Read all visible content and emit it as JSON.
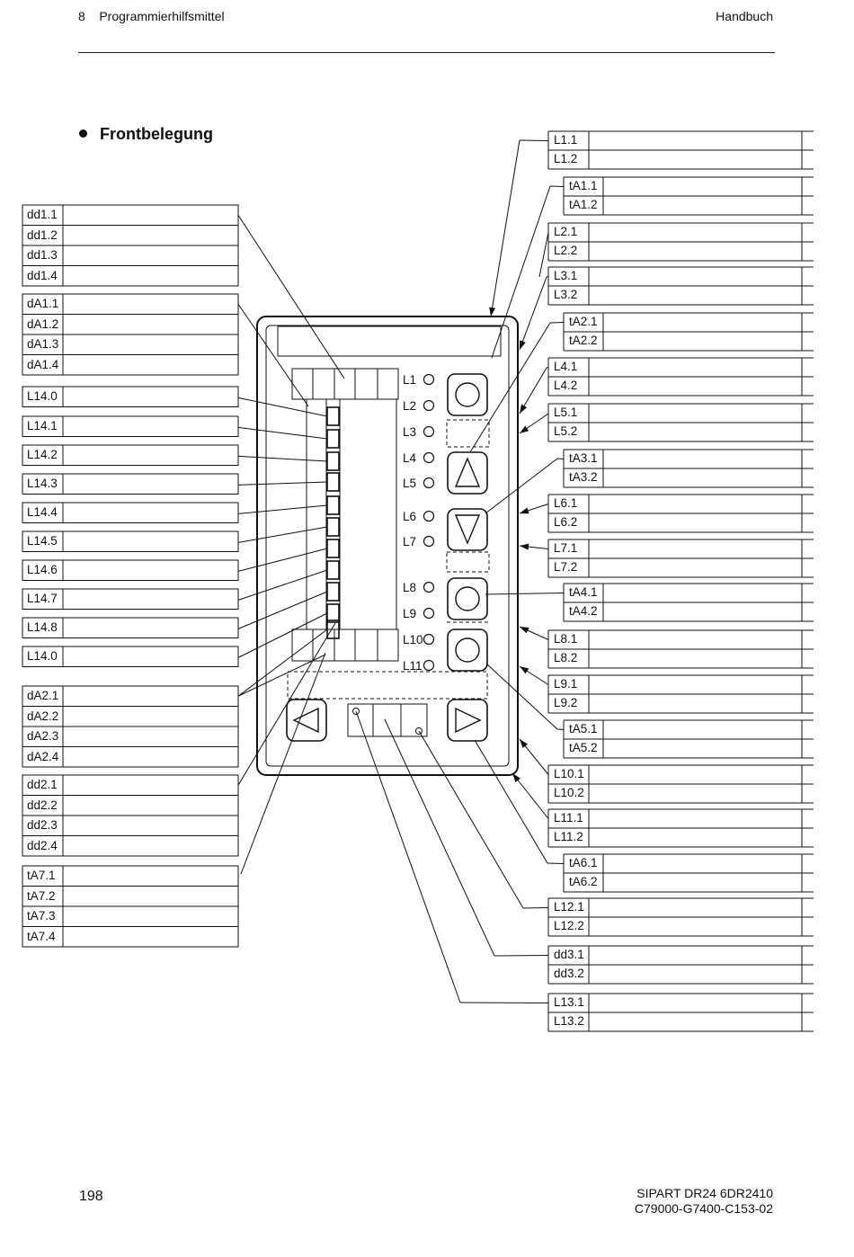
{
  "header": {
    "left": "8    Programmierhilfsmittel",
    "right": "Handbuch"
  },
  "title": "Frontbelegung",
  "left_groups": [
    {
      "labels": [
        "dd1.1",
        "dd1.2",
        "dd1.3",
        "dd1.4"
      ]
    },
    {
      "labels": [
        "dA1.1",
        "dA1.2",
        "dA1.3",
        "dA1.4"
      ]
    },
    {
      "labels": [
        "L14.0"
      ]
    },
    {
      "labels": [
        "L14.1"
      ]
    },
    {
      "labels": [
        "L14.2"
      ]
    },
    {
      "labels": [
        "L14.3"
      ]
    },
    {
      "labels": [
        "L14.4"
      ]
    },
    {
      "labels": [
        "L14.5"
      ]
    },
    {
      "labels": [
        "L14.6"
      ]
    },
    {
      "labels": [
        "L14.7"
      ]
    },
    {
      "labels": [
        "L14.8"
      ]
    },
    {
      "labels": [
        "L14.0"
      ]
    },
    {
      "labels": [
        "dA2.1",
        "dA2.2",
        "dA2.3",
        "dA2.4"
      ]
    },
    {
      "labels": [
        "dd2.1",
        "dd2.2",
        "dd2.3",
        "dd2.4"
      ]
    },
    {
      "labels": [
        "tA7.1",
        "tA7.2",
        "tA7.3",
        "tA7.4"
      ]
    }
  ],
  "right_groups": [
    {
      "labels": [
        "L1.1",
        "L1.2"
      ]
    },
    {
      "labels": [
        "tA1.1",
        "tA1.2"
      ]
    },
    {
      "labels": [
        "L2.1",
        "L2.2"
      ]
    },
    {
      "labels": [
        "L3.1",
        "L3.2"
      ]
    },
    {
      "labels": [
        "tA2.1",
        "tA2.2"
      ]
    },
    {
      "labels": [
        "L4.1",
        "L4.2"
      ]
    },
    {
      "labels": [
        "L5.1",
        "L5.2"
      ]
    },
    {
      "labels": [
        "tA3.1",
        "tA3.2"
      ]
    },
    {
      "labels": [
        "L6.1",
        "L6.2"
      ]
    },
    {
      "labels": [
        "L7.1",
        "L7.2"
      ]
    },
    {
      "labels": [
        "tA4.1",
        "tA4.2"
      ]
    },
    {
      "labels": [
        "L8.1",
        "L8.2"
      ]
    },
    {
      "labels": [
        "L9.1",
        "L9.2"
      ]
    },
    {
      "labels": [
        "tA5.1",
        "tA5.2"
      ]
    },
    {
      "labels": [
        "L10.1",
        "L10.2"
      ]
    },
    {
      "labels": [
        "L11.1",
        "L11.2"
      ]
    },
    {
      "labels": [
        "tA6.1",
        "tA6.2"
      ]
    },
    {
      "labels": [
        "L12.1",
        "L12.2"
      ]
    },
    {
      "labels": [
        "dd3.1",
        "dd3.2"
      ]
    },
    {
      "labels": [
        "L13.1",
        "L13.2"
      ]
    }
  ],
  "leds": [
    "L1",
    "L2",
    "L3",
    "L4",
    "L5",
    "L6",
    "L7",
    "L8",
    "L9",
    "L10",
    "L11"
  ],
  "footer": {
    "page": "198",
    "line1": "SIPART DR24  6DR2410",
    "line2": "C79000-G7400-C153-02"
  }
}
